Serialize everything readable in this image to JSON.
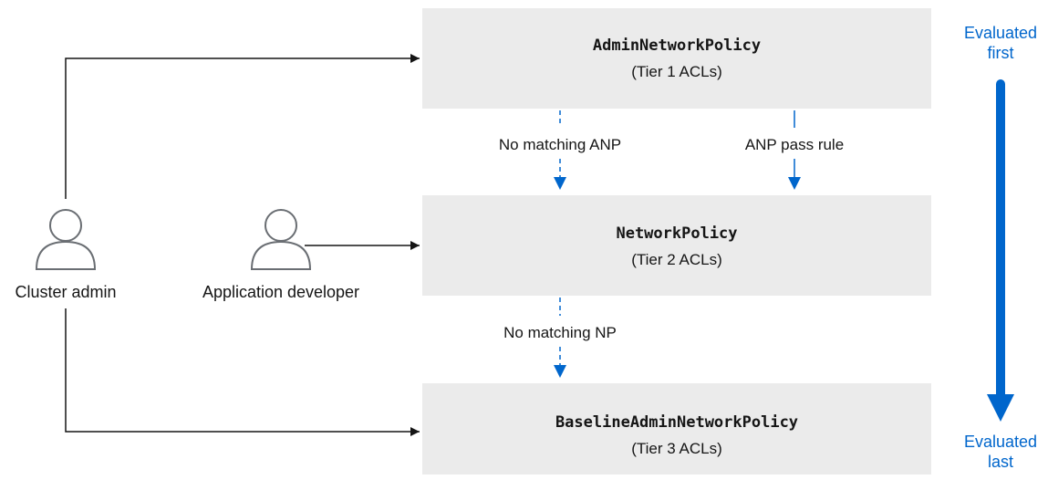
{
  "policies": {
    "anp": {
      "title": "AdminNetworkPolicy",
      "subtitle": "(Tier 1 ACLs)"
    },
    "np": {
      "title": "NetworkPolicy",
      "subtitle": "(Tier 2 ACLs)"
    },
    "banp": {
      "title": "BaselineAdminNetworkPolicy",
      "subtitle": "(Tier 3 ACLs)"
    }
  },
  "edges": {
    "no_matching_anp": "No matching ANP",
    "anp_pass_rule": "ANP pass rule",
    "no_matching_np": "No matching NP"
  },
  "actors": {
    "cluster_admin": {
      "label": "Cluster admin",
      "icon": "user-icon"
    },
    "app_developer": {
      "label": "Application developer",
      "icon": "user-icon"
    }
  },
  "evaluation": {
    "first_line1": "Evaluated",
    "first_line2": "first",
    "last_line1": "Evaluated",
    "last_line2": "last"
  },
  "colors": {
    "box_fill": "#ebebeb",
    "accent": "#0066cc",
    "line": "#151515",
    "icon_stroke": "#6a6e73"
  }
}
